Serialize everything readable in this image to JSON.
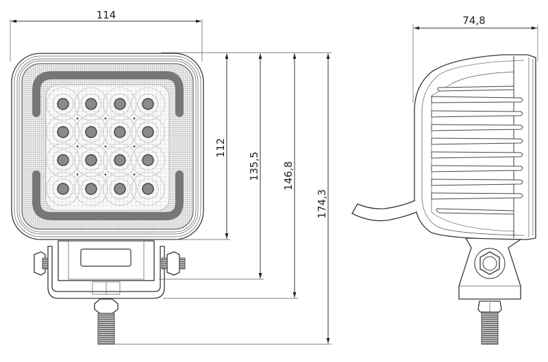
{
  "drawing": {
    "subject": "Square LED work lamp technical dimension drawing",
    "units": "mm",
    "front_view": {
      "led_rows": 4,
      "led_cols": 4,
      "dimensions": {
        "width": "114",
        "height_housing": "112",
        "height_to_bracket_bolts": "135,5",
        "height_to_bracket_base": "146,8",
        "height_total_with_stud": "174,3"
      }
    },
    "side_view": {
      "fin_count": 10,
      "dimensions": {
        "depth": "74,8"
      }
    },
    "colors": {
      "line": "#333333",
      "lens_fill": "#e6e6e6",
      "drl_strip": "#777777",
      "led": "#666666",
      "background": "#ffffff"
    }
  }
}
